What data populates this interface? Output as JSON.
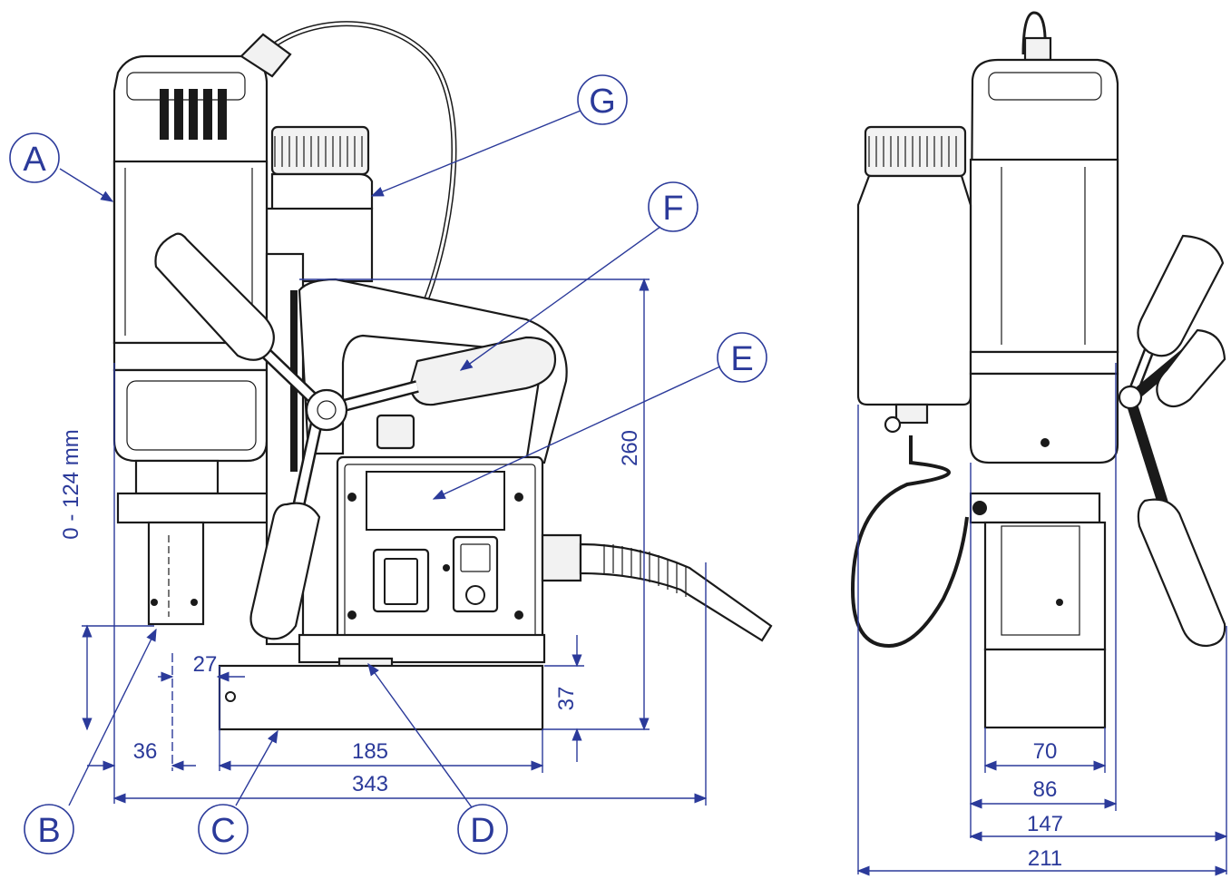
{
  "callouts": {
    "A": "A",
    "B": "B",
    "C": "C",
    "D": "D",
    "E": "E",
    "F": "F",
    "G": "G"
  },
  "dimensions": {
    "stroke_range": "0 - 124 mm",
    "height": "260",
    "base_height": "37",
    "spindle_offset": "27",
    "spindle_to_base": "36",
    "base_length": "185",
    "total_length": "343",
    "side_70": "70",
    "side_86": "86",
    "side_147": "147",
    "side_211": "211"
  },
  "colors": {
    "annotation": "#2b3a9a",
    "outline": "#1a1a1a"
  }
}
